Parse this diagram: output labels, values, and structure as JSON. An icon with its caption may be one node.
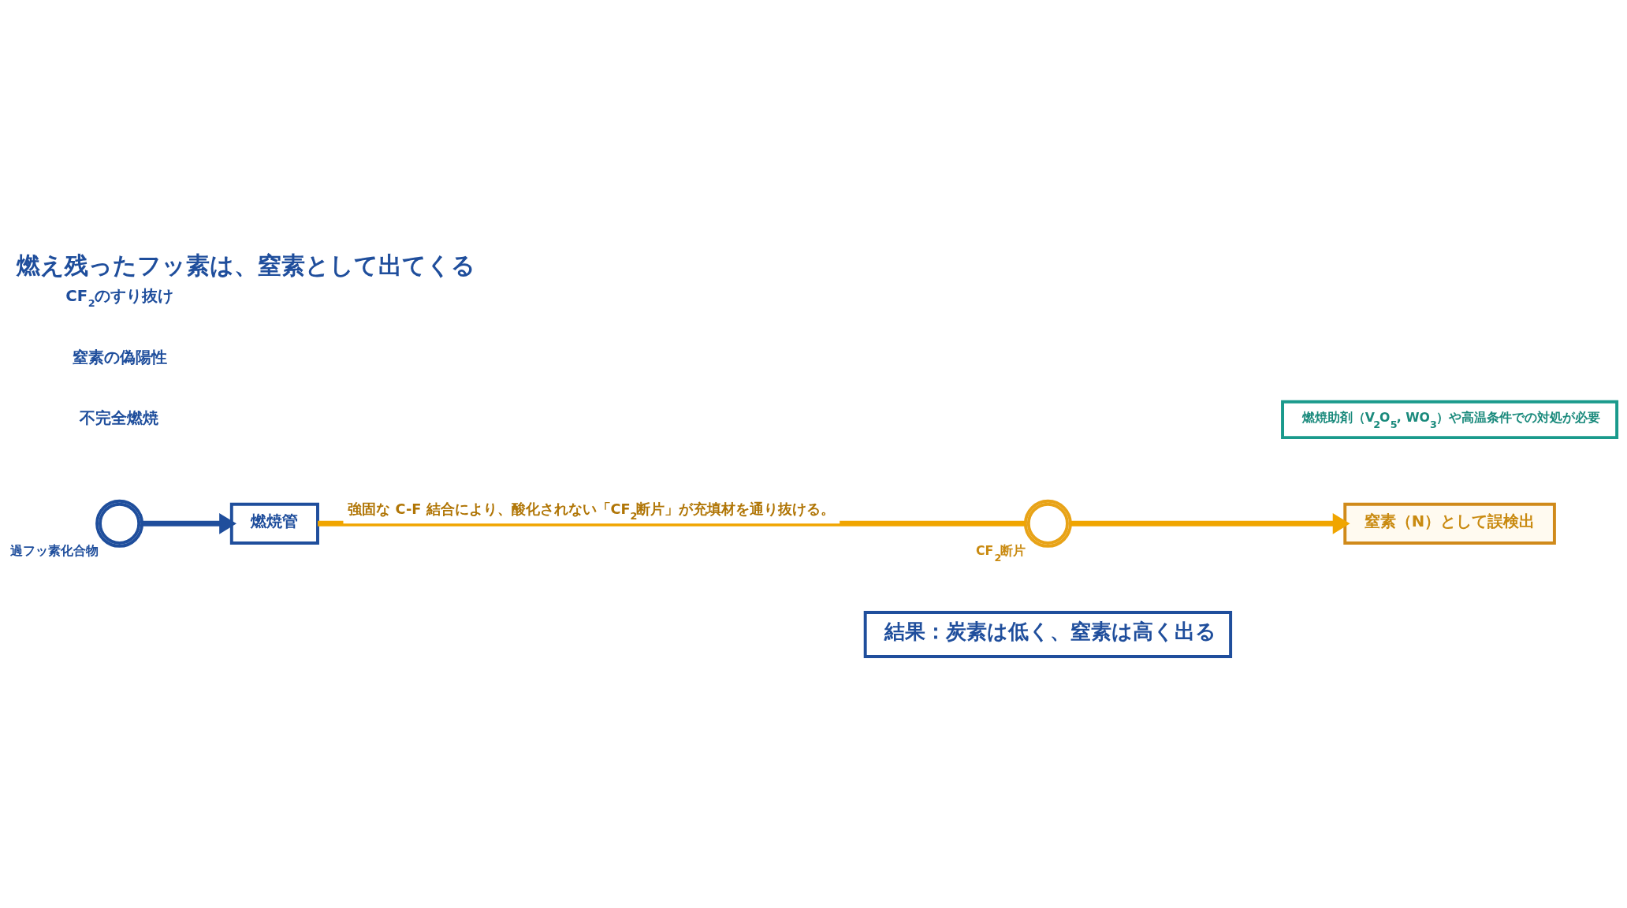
{
  "diagram": {
    "title": "燃え残ったフッ素は、窒素として出てくる",
    "nodes": [
      {
        "text": [],
        "shape": "circle",
        "beside": [
          "過フッ素化合物"
        ]
      },
      {
        "text": [
          "燃焼管"
        ]
      },
      {
        "text": [],
        "shape": "circle",
        "beside": [
          "CF$_{2}$断片"
        ]
      },
      {
        "text": [
          "窒素（N）として誤検出"
        ]
      },
      {
        "text": [
          "燃焼助剤（V$_{2}$O$_{5}$, WO$_{3}$）や高温条件での対処が必要"
        ]
      },
      {
        "text": [
          "結果：炭素は低く、窒素は高く出る"
        ]
      }
    ],
    "edges": [
      {
        "from": 0,
        "to": 1,
        "arrow": "to",
        "color": "#1f4e9c"
      },
      {
        "from": 1,
        "to": 2,
        "arrow": "none",
        "label": "強固な C-F 結合により、酸化されない「CF$_{2}$断片」が充填材を通り抜ける。"
      },
      {
        "from": 2,
        "to": 3,
        "arrow": "to"
      }
    ],
    "labels": [
      "不完全燃焼",
      "CF$_{2}$のすり抜け",
      "窒素の偽陽性"
    ]
  }
}
